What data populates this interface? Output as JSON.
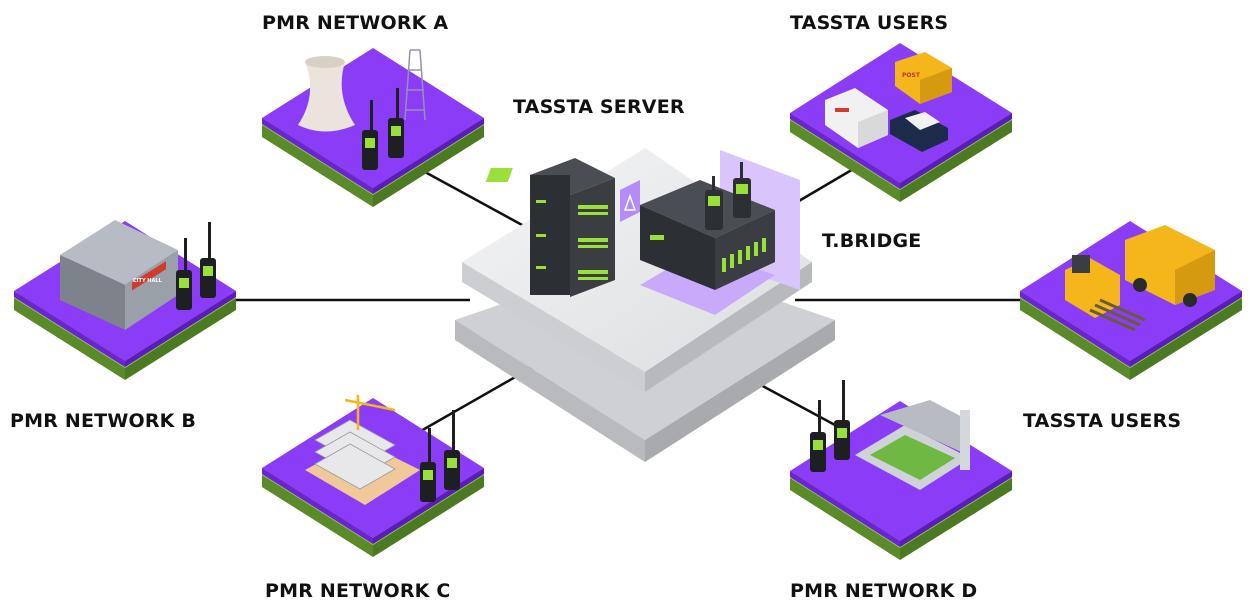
{
  "labels": {
    "pmr_a": "PMR NETWORK A",
    "tassta_users_top": "TASSTA USERS",
    "tassta_server": "TASSTA SERVER",
    "tbridge": "T.BRIDGE",
    "pmr_b": "PMR NETWORK B",
    "tassta_users_right": "TASSTA USERS",
    "pmr_c": "PMR NETWORK C",
    "pmr_d": "PMR NETWORK D"
  },
  "signage": {
    "city_hall": "CITY HALL",
    "post": "POST"
  },
  "colors": {
    "tile_top": "#8b3cf7",
    "tile_light": "#a35ff9",
    "tile_green": "#8fc24a",
    "tile_dark": "#5a8a2a",
    "platform": "#e9eaec",
    "platform_side": "#c9cacd",
    "server_body": "#3a3d42",
    "server_led": "#9be03a",
    "line": "#111111"
  }
}
